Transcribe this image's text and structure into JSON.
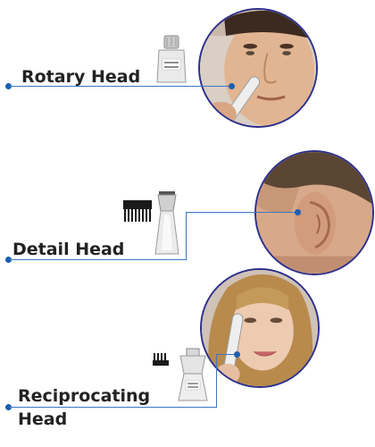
{
  "features": [
    {
      "label": "Rotary Head"
    },
    {
      "label": "Detail Head"
    },
    {
      "label_line1": "Reciprocating",
      "label_line2": "Head"
    }
  ],
  "accent_color": "#2c2f8a",
  "line_color": "#3a78c2",
  "icons": [
    "rotary-head-attachment-icon",
    "detail-head-attachment-icon",
    "comb-guide-icon",
    "reciprocating-head-attachment-icon",
    "small-comb-icon"
  ]
}
